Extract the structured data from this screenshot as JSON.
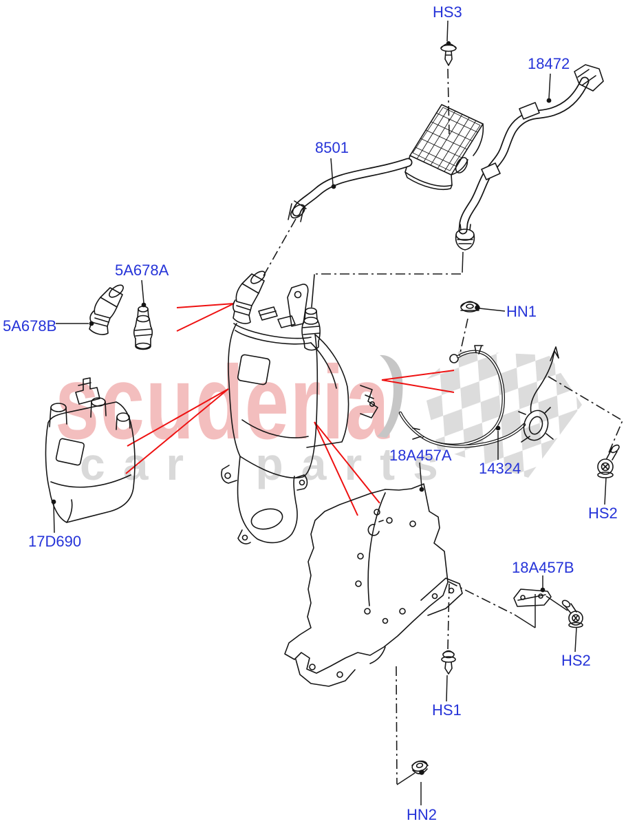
{
  "watermark": {
    "brand": "scuderia",
    "subtitle": "car parts"
  },
  "colors": {
    "label_blue": "#2533d8",
    "arrow_red": "#ee1111",
    "line_black": "#151515",
    "watermark_pink": "#f2b3b3",
    "watermark_gray": "#d7d7d7",
    "flag_gray": "#dadada"
  },
  "parts": [
    {
      "code": "HS3"
    },
    {
      "code": "18472"
    },
    {
      "code": "8501"
    },
    {
      "code": "5A678A"
    },
    {
      "code": "5A678B"
    },
    {
      "code": "HN1"
    },
    {
      "code": "17D690"
    },
    {
      "code": "18A457A"
    },
    {
      "code": "14324"
    },
    {
      "code": "HS2"
    },
    {
      "code": "18A457B"
    },
    {
      "code": "HS2"
    },
    {
      "code": "HS1"
    },
    {
      "code": "HN2"
    }
  ]
}
